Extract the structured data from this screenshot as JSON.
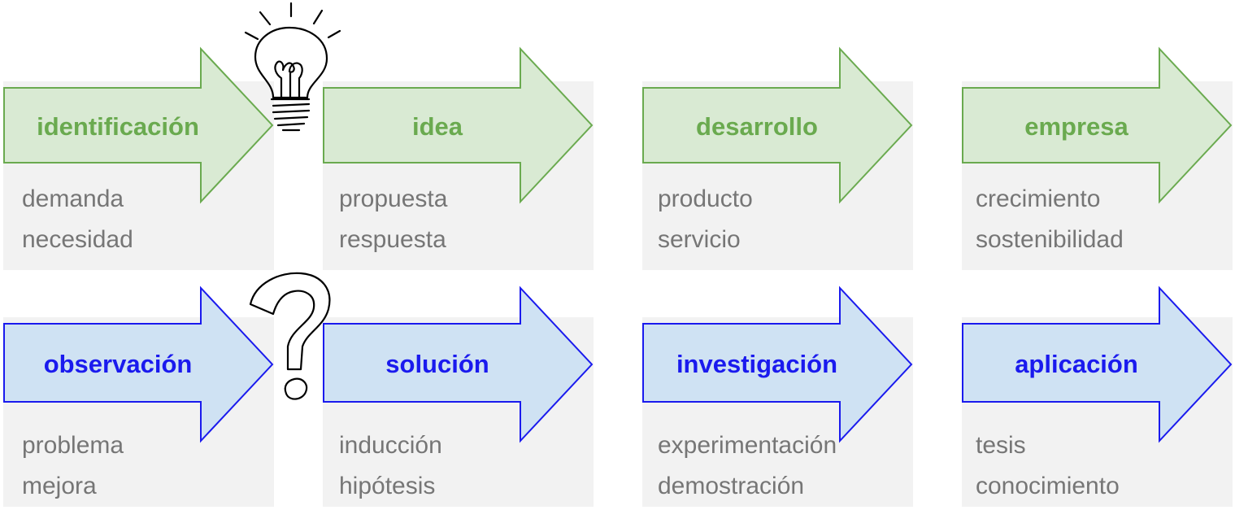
{
  "colors": {
    "green_fill": "#d9ead3",
    "green_stroke": "#6aaa4f",
    "green_text": "#6aaa4f",
    "blue_fill": "#cfe2f3",
    "blue_stroke": "#1a1aee",
    "blue_text": "#1a1aee",
    "desc_text": "#767676",
    "box_fill": "#f2f2f2"
  },
  "icons": {
    "top_gap": "lightbulb-icon",
    "bottom_gap": "question-mark-icon"
  },
  "rows": [
    {
      "theme": "green",
      "steps": [
        {
          "label": "identificación",
          "lines": [
            "demanda",
            "necesidad"
          ]
        },
        {
          "label": "idea",
          "lines": [
            "propuesta",
            "respuesta"
          ]
        },
        {
          "label": "desarrollo",
          "lines": [
            "producto",
            "servicio"
          ]
        },
        {
          "label": "empresa",
          "lines": [
            "crecimiento",
            "sostenibilidad"
          ]
        }
      ]
    },
    {
      "theme": "blue",
      "steps": [
        {
          "label": "observación",
          "lines": [
            "problema",
            "mejora"
          ]
        },
        {
          "label": "solución",
          "lines": [
            "inducción",
            "hipótesis"
          ]
        },
        {
          "label": "investigación",
          "lines": [
            "experimentación",
            "demostración"
          ]
        },
        {
          "label": "aplicación",
          "lines": [
            "tesis",
            "conocimiento"
          ]
        }
      ]
    }
  ]
}
